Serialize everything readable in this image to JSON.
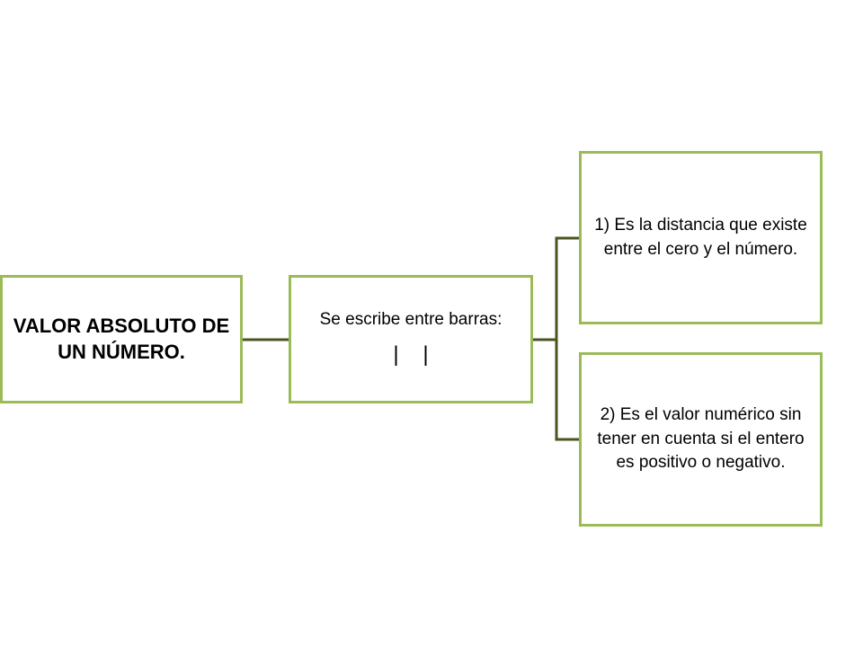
{
  "diagram": {
    "root": {
      "label": "VALOR ABSOLUTO DE UN NÚMERO."
    },
    "middle": {
      "label": "Se escribe entre barras:",
      "symbol": "|    |"
    },
    "children": [
      {
        "label": "1) Es la distancia que existe entre el cero y el número."
      },
      {
        "label": "2) Es el valor numérico sin tener en cuenta si el entero es positivo o negativo."
      }
    ],
    "colors": {
      "box_border": "#9bbb59",
      "connector": "#4b5320",
      "text": "#000000",
      "background": "#ffffff"
    }
  }
}
